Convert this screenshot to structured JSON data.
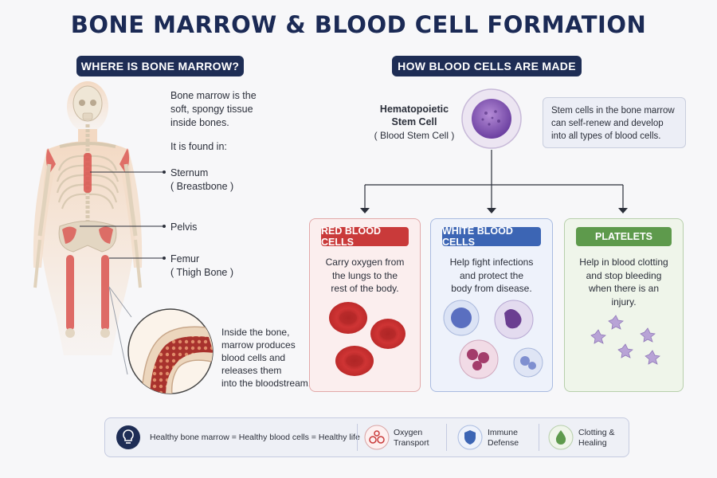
{
  "title": "BONE MARROW & BLOOD CELL FORMATION",
  "left_section": {
    "heading": "WHERE IS BONE MARROW?",
    "intro": [
      "Bone marrow is the",
      "soft, spongy tissue",
      "inside bones."
    ],
    "found_in": "It is found in:",
    "sternum": "Sternum",
    "sternum_sub": "( Breastbone )",
    "pelvis": "Pelvis",
    "femur": "Femur",
    "femur_sub": "( Thigh Bone )",
    "inset": [
      "Inside the bone,",
      "marrow produces",
      "blood cells and",
      "releases them",
      "into the bloodstream."
    ]
  },
  "right_section": {
    "heading": "HOW BLOOD CELLS ARE MADE",
    "stem_label": [
      "Hematopoietic",
      "Stem Cell"
    ],
    "stem_sub": "( Blood Stem Cell )",
    "stem_note": [
      "Stem cells in the bone marrow",
      "can self-renew and develop",
      "into all types of blood cells."
    ]
  },
  "cards": {
    "red": {
      "title": "RED BLOOD CELLS",
      "desc": [
        "Carry oxygen from",
        "the lungs to the",
        "rest of the body."
      ],
      "color": "#c93a3a"
    },
    "white": {
      "title": "WHITE BLOOD CELLS",
      "desc": [
        "Help fight infections",
        "and protect the",
        "body from disease."
      ],
      "color": "#3c65b4"
    },
    "platelets": {
      "title": "PLATELETS",
      "desc": [
        "Help in blood clotting",
        "and stop bleeding",
        "when there is an",
        "injury."
      ],
      "color": "#5e9a4c"
    }
  },
  "footer": {
    "message": "Healthy bone marrow = Healthy blood cells = Healthy life",
    "oxygen": [
      "Oxygen",
      "Transport"
    ],
    "immune": [
      "Immune",
      "Defense"
    ],
    "clotting": [
      "Clotting &",
      "Healing"
    ],
    "icons": [
      "lightbulb-icon",
      "red-cells-icon",
      "shield-icon",
      "droplet-icon"
    ]
  }
}
